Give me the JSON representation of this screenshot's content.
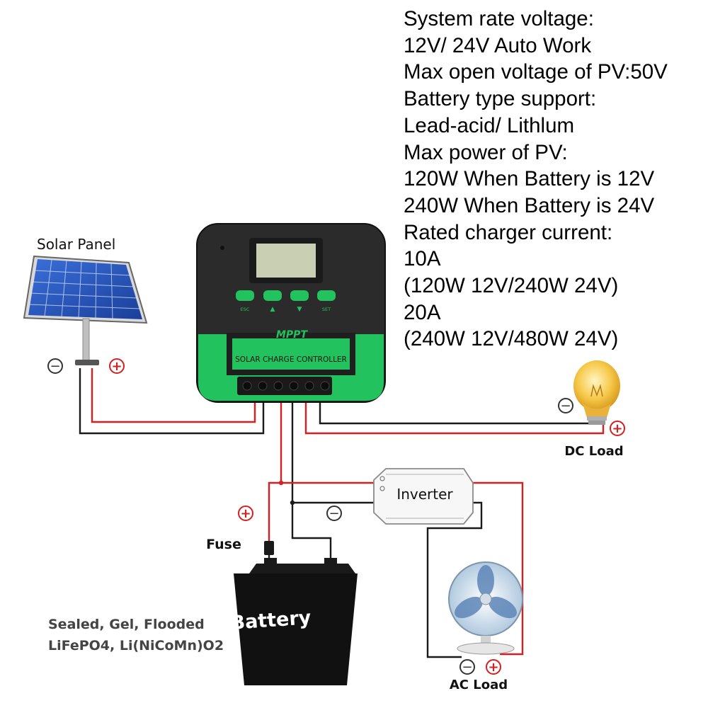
{
  "spec_lines": [
    "System rate voltage:",
    "12V/ 24V Auto Work",
    "Max open voltage of PV:50V",
    "Battery type support:",
    "Lead-acid/ Lithlum",
    "Max power of PV:",
    "120W When Battery is 12V",
    "240W When Battery is 24V",
    "Rated charger current:",
    "10A",
    "(120W 12V/240W 24V)",
    "20A",
    "(240W 12V/480W 24V)"
  ],
  "solar_panel": {
    "label": "Solar Panel",
    "negative": "−",
    "positive": "+"
  },
  "controller": {
    "brand": "MPPT",
    "name": "SOLAR CHARGE CONTROLLER",
    "buttons": [
      "ESC",
      "▲",
      "▼",
      "SET"
    ],
    "accent_color": "#22c35e",
    "body_color": "#2b2b2b"
  },
  "dc_load": {
    "label": "DC Load",
    "negative": "−",
    "positive": "+"
  },
  "inverter": {
    "label": "Inverter",
    "negative": "−"
  },
  "fuse": {
    "label": "Fuse",
    "positive": "+"
  },
  "battery": {
    "label": "Battery",
    "types_line1": "Sealed, Gel, Flooded",
    "types_line2": "LiFePO4, Li(NiCoMn)O2"
  },
  "ac_load": {
    "label": "AC Load",
    "negative": "−",
    "positive": "+"
  },
  "wire_colors": {
    "positive": "#d42020",
    "negative": "#1a1a1a"
  }
}
